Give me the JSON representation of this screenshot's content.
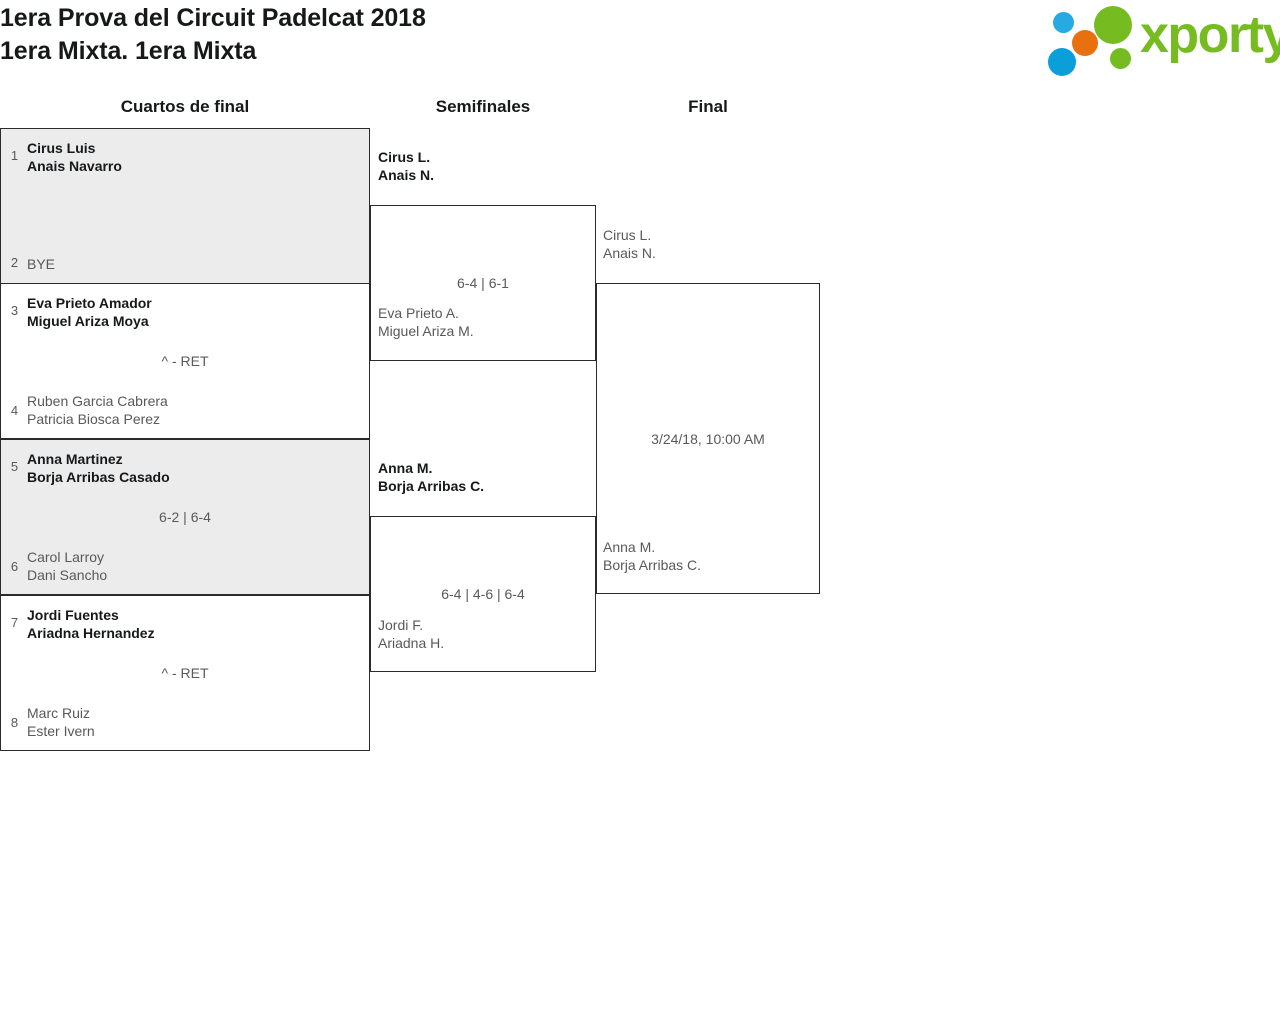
{
  "header": {
    "title": "1era Prova del Circuit Padelcat 2018\n1era Mixta. 1era Mixta",
    "logo": {
      "wordmark": "xporty",
      "dots": [
        "blue-dot",
        "orange-dot",
        "blue-dot",
        "green-dot",
        "green-dot"
      ],
      "colors": {
        "green": "#76bc21",
        "orange": "#e8700f",
        "blue": "#27a9e1"
      }
    }
  },
  "bracket": {
    "rounds": [
      {
        "label": "Cuartos de final"
      },
      {
        "label": "Semifinales"
      },
      {
        "label": "Final"
      }
    ],
    "round1": [
      {
        "shaded": true,
        "score": "",
        "top": {
          "seed": "1",
          "line1": "Cirus Luis",
          "line2": "Anais Navarro",
          "winner": true
        },
        "bottom": {
          "seed": "2",
          "line1": "BYE",
          "line2": "",
          "winner": false
        }
      },
      {
        "shaded": false,
        "score": "^ - RET",
        "top": {
          "seed": "3",
          "line1": "Eva Prieto Amador",
          "line2": "Miguel Ariza Moya",
          "winner": true
        },
        "bottom": {
          "seed": "4",
          "line1": "Ruben Garcia Cabrera",
          "line2": "Patricia Biosca Perez",
          "winner": false
        }
      },
      {
        "shaded": true,
        "score": "6-2 | 6-4",
        "top": {
          "seed": "5",
          "line1": "Anna Martinez",
          "line2": "Borja Arribas Casado",
          "winner": true
        },
        "bottom": {
          "seed": "6",
          "line1": "Carol Larroy",
          "line2": "Dani Sancho",
          "winner": false
        }
      },
      {
        "shaded": false,
        "score": "^ - RET",
        "top": {
          "seed": "7",
          "line1": "Jordi Fuentes",
          "line2": "Ariadna Hernandez",
          "winner": true
        },
        "bottom": {
          "seed": "8",
          "line1": "Marc Ruiz",
          "line2": "Ester Ivern",
          "winner": false
        }
      }
    ],
    "round2": [
      {
        "score": "6-4 | 6-1",
        "top": {
          "line1": "Cirus L.",
          "line2": "Anais N.",
          "winner": true
        },
        "bottom": {
          "line1": "Eva Prieto A.",
          "line2": "Miguel Ariza M.",
          "winner": false
        }
      },
      {
        "score": "6-4 | 4-6 | 6-4",
        "top": {
          "line1": "Anna M.",
          "line2": "Borja Arribas C.",
          "winner": true
        },
        "bottom": {
          "line1": "Jordi F.",
          "line2": "Ariadna H.",
          "winner": false
        }
      }
    ],
    "round3": [
      {
        "score": "3/24/18, 10:00 AM",
        "top": {
          "line1": "Cirus L.",
          "line2": "Anais N.",
          "winner": false
        },
        "bottom": {
          "line1": "Anna M.",
          "line2": "Borja Arribas C.",
          "winner": false
        }
      }
    ]
  }
}
